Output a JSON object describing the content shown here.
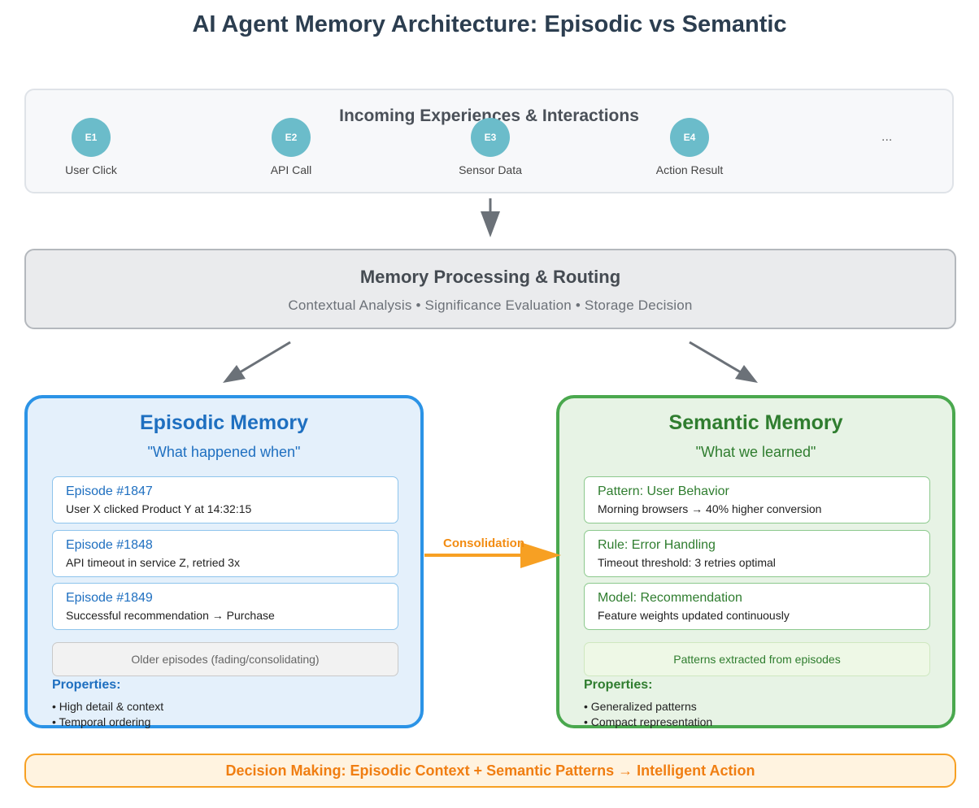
{
  "title": "AI Agent Memory Architecture: Episodic vs Semantic",
  "incoming": {
    "title": "Incoming Experiences & Interactions",
    "experiences": [
      {
        "id": "E1",
        "label": "User Click"
      },
      {
        "id": "E2",
        "label": "API Call"
      },
      {
        "id": "E3",
        "label": "Sensor Data"
      },
      {
        "id": "E4",
        "label": "Action Result"
      }
    ],
    "ellipsis": "..."
  },
  "processing": {
    "title": "Memory Processing & Routing",
    "subtitle": "Contextual Analysis • Significance Evaluation • Storage Decision"
  },
  "episodic": {
    "title": "Episodic Memory",
    "subtitle": "\"What happened when\"",
    "cards": [
      {
        "title": "Episode #1847",
        "detail": "User X clicked Product Y at 14:32:15"
      },
      {
        "title": "Episode #1848",
        "detail": "API timeout in service Z, retried 3x"
      },
      {
        "title": "Episode #1849",
        "detail": "Successful recommendation → Purchase"
      }
    ],
    "faded": "Older episodes (fading/consolidating)",
    "properties_title": "Properties:",
    "properties": [
      "• High detail & context",
      "• Temporal ordering"
    ]
  },
  "semantic": {
    "title": "Semantic Memory",
    "subtitle": "\"What we learned\"",
    "cards": [
      {
        "title": "Pattern: User Behavior",
        "detail": "Morning browsers → 40% higher conversion"
      },
      {
        "title": "Rule: Error Handling",
        "detail": "Timeout threshold: 3 retries optimal"
      },
      {
        "title": "Model: Recommendation",
        "detail": "Feature weights updated continuously"
      }
    ],
    "faded": "Patterns extracted from episodes",
    "properties_title": "Properties:",
    "properties": [
      "• Generalized patterns",
      "• Compact representation"
    ]
  },
  "consolidation_label": "Consolidation",
  "decision": "Decision Making: Episodic Context + Semantic Patterns → Intelligent Action",
  "colors": {
    "episodic": "#2b93e6",
    "semantic": "#4aa84e",
    "consolidation": "#f7a023",
    "experience_node": "#6bbcca",
    "arrow": "#6b7178"
  }
}
